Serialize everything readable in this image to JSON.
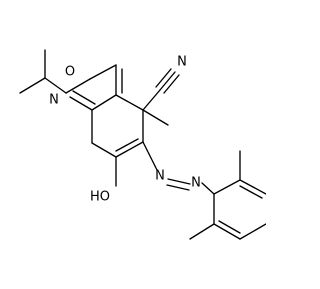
{
  "molecule": {
    "atoms": {
      "n_ring": "N",
      "o_carbonyl": "O",
      "n_nitrile": "N",
      "hydroxyl": "HO",
      "azo_n1": "N",
      "azo_n2": "N"
    },
    "colors": {
      "bond": "#000000",
      "label": "#000000",
      "background": "#ffffff"
    }
  }
}
